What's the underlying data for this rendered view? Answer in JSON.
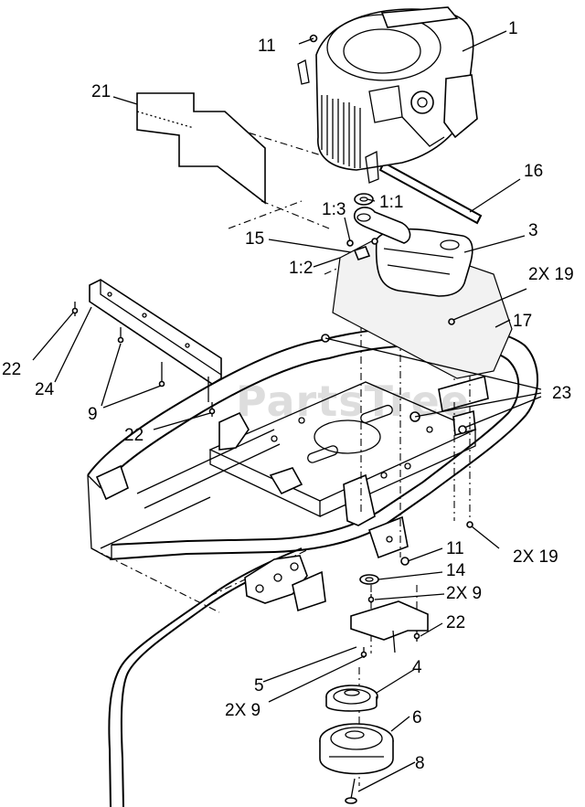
{
  "watermark": "PartsTree",
  "callouts": [
    {
      "id": "c1",
      "text": "1"
    },
    {
      "id": "c11a",
      "text": "11"
    },
    {
      "id": "c21",
      "text": "21"
    },
    {
      "id": "c16",
      "text": "16"
    },
    {
      "id": "c1_1",
      "text": "1:1"
    },
    {
      "id": "c1_3",
      "text": "1:3"
    },
    {
      "id": "c3",
      "text": "3"
    },
    {
      "id": "c15",
      "text": "15"
    },
    {
      "id": "c2x19a",
      "text": "2X 19"
    },
    {
      "id": "c1_2",
      "text": "1:2"
    },
    {
      "id": "c17",
      "text": "17"
    },
    {
      "id": "c22a",
      "text": "22"
    },
    {
      "id": "c24",
      "text": "24"
    },
    {
      "id": "c23",
      "text": "23"
    },
    {
      "id": "c9",
      "text": "9"
    },
    {
      "id": "c22b",
      "text": "22"
    },
    {
      "id": "c2x19b",
      "text": "2X 19"
    },
    {
      "id": "c11b",
      "text": "11"
    },
    {
      "id": "c14",
      "text": "14"
    },
    {
      "id": "c2x9a",
      "text": "2X 9"
    },
    {
      "id": "c22c",
      "text": "22"
    },
    {
      "id": "c4",
      "text": "4"
    },
    {
      "id": "c5",
      "text": "5"
    },
    {
      "id": "c2x9b",
      "text": "2X 9"
    },
    {
      "id": "c6",
      "text": "6"
    },
    {
      "id": "c8",
      "text": "8"
    }
  ]
}
